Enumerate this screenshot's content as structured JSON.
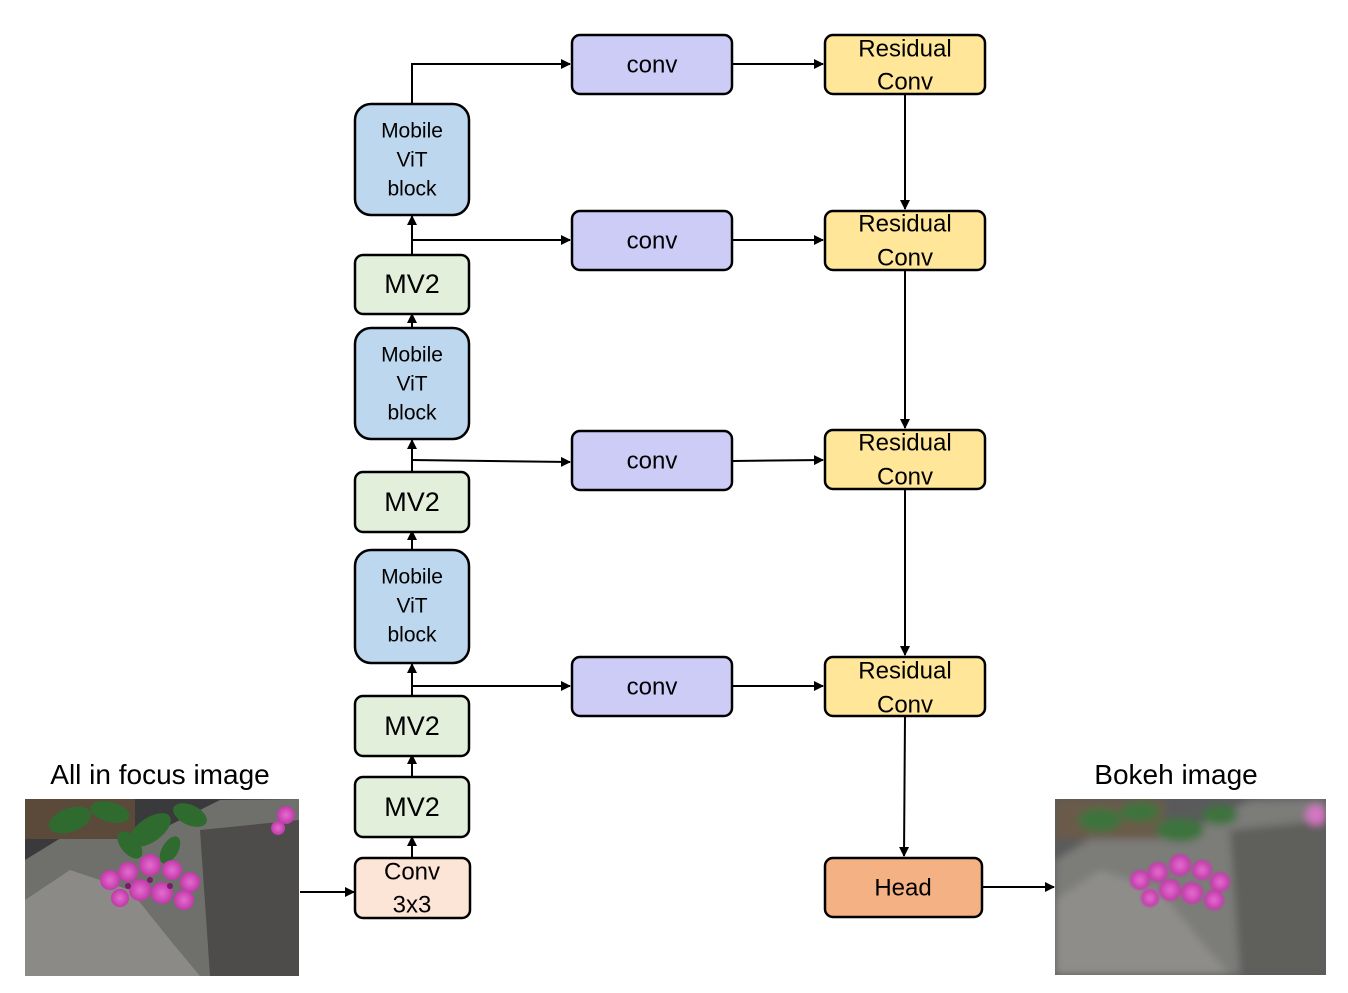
{
  "captions": {
    "input": "All in focus image",
    "output": "Bokeh image"
  },
  "nodes": {
    "conv3x3": {
      "line1": "Conv",
      "line2": "3x3"
    },
    "mv2_1": "MV2",
    "mv2_2": "MV2",
    "vit_1": {
      "line1": "Mobile",
      "line2": "ViT",
      "line3": "block"
    },
    "mv2_3": "MV2",
    "vit_2": {
      "line1": "Mobile",
      "line2": "ViT",
      "line3": "block"
    },
    "mv2_4": "MV2",
    "vit_3": {
      "line1": "Mobile",
      "line2": "ViT",
      "line3": "block"
    },
    "conv_1": "conv",
    "conv_2": "conv",
    "conv_3": "conv",
    "conv_4": "conv",
    "res_1": {
      "line1": "Residual",
      "line2": "Conv"
    },
    "res_2": {
      "line1": "Residual",
      "line2": "Conv"
    },
    "res_3": {
      "line1": "Residual",
      "line2": "Conv"
    },
    "res_4": {
      "line1": "Residual",
      "line2": "Conv"
    },
    "head": "Head"
  },
  "colors": {
    "conv3x3": "#fce4d6",
    "mv2": "#e2efda",
    "vit": "#bdd7ee",
    "conv": "#ccccf7",
    "residual": "#ffe699",
    "head": "#f4b183",
    "stroke": "#000000"
  }
}
